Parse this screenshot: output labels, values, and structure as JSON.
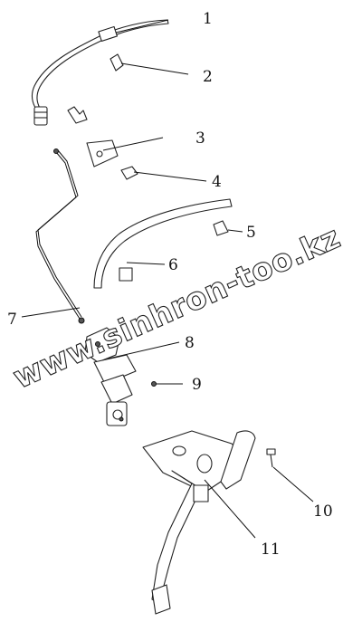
{
  "callouts": [
    {
      "id": "1",
      "label": "1"
    },
    {
      "id": "2",
      "label": "2"
    },
    {
      "id": "3",
      "label": "3"
    },
    {
      "id": "4",
      "label": "4"
    },
    {
      "id": "5",
      "label": "5"
    },
    {
      "id": "6",
      "label": "6"
    },
    {
      "id": "7",
      "label": "7"
    },
    {
      "id": "8",
      "label": "8"
    },
    {
      "id": "9",
      "label": "9"
    },
    {
      "id": "10",
      "label": "10"
    },
    {
      "id": "11",
      "label": "11"
    }
  ],
  "watermark": "www.sinhron-too.kz"
}
